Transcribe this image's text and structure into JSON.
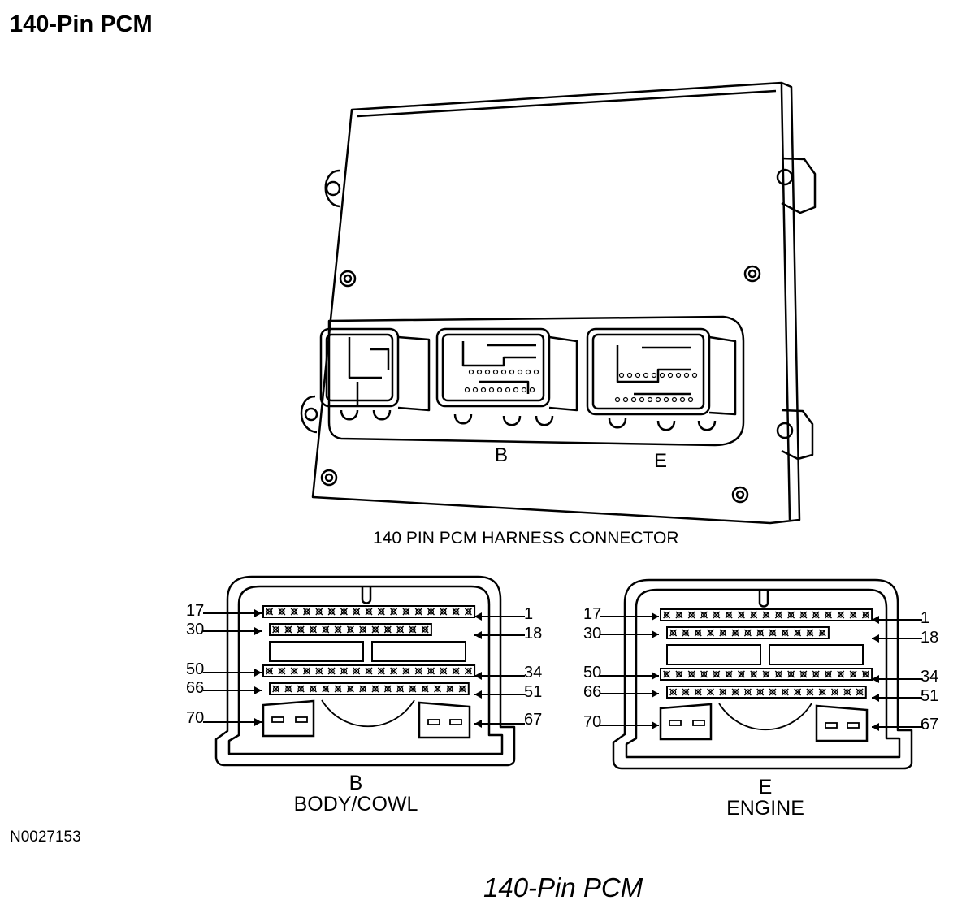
{
  "title": "140-Pin PCM",
  "pcm_view": {
    "connector_b_letter": "B",
    "connector_e_letter": "E",
    "caption": "140 PIN PCM HARNESS CONNECTOR"
  },
  "connectors": [
    {
      "id": "b",
      "letter": "B",
      "name": "BODY/COWL",
      "pins": {
        "r1_left": "17",
        "r1_right": "1",
        "r2_left": "30",
        "r2_right": "18",
        "r3_left": "50",
        "r3_right": "34",
        "r4_left": "66",
        "r4_right": "51",
        "r5_left": "70",
        "r5_right": "67"
      }
    },
    {
      "id": "e",
      "letter": "E",
      "name": "ENGINE",
      "pins": {
        "r1_left": "17",
        "r1_right": "1",
        "r2_left": "30",
        "r2_right": "18",
        "r3_left": "50",
        "r3_right": "34",
        "r4_left": "66",
        "r4_right": "51",
        "r5_left": "70",
        "r5_right": "67"
      }
    }
  ],
  "figure_code": "N0027153",
  "footer_caption": "140-Pin PCM"
}
